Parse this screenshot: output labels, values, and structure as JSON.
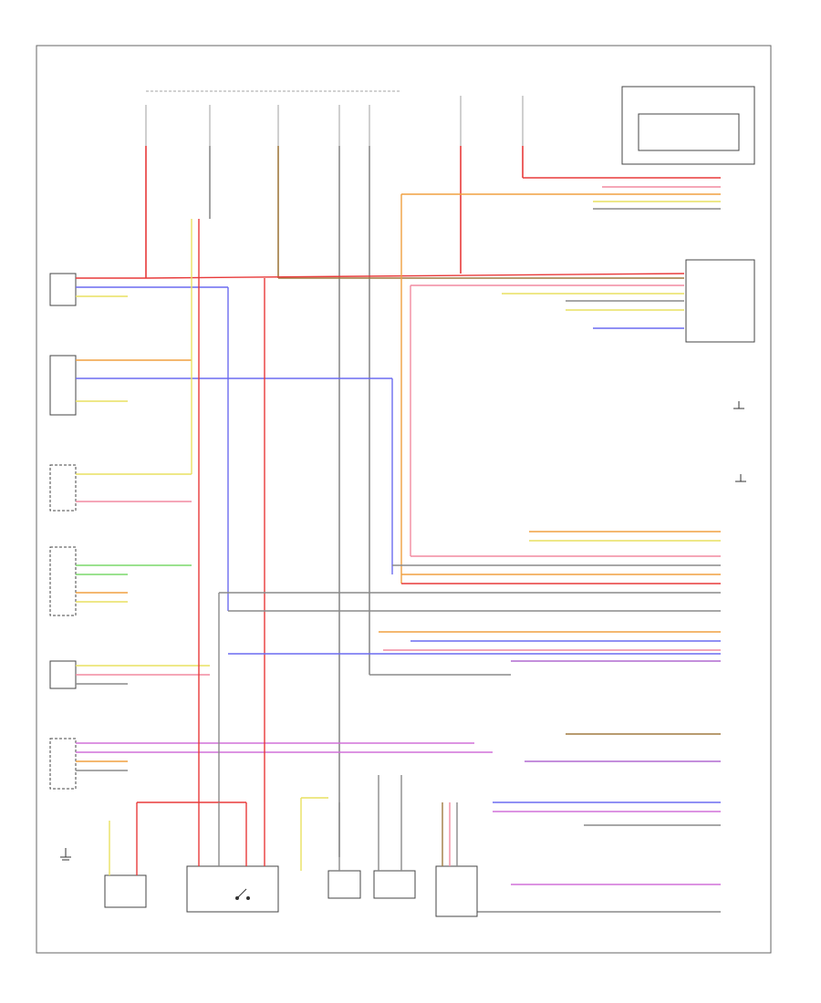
{
  "diagram_title": "",
  "footer_code": "",
  "wire_colors": {
    "red": "#e83a3a",
    "pink": "#f28aa0",
    "orange": "#f0a040",
    "yellow": "#e9e060",
    "blue": "#6c6cf0",
    "violet": "#b06ad0",
    "magenta": "#d070d8",
    "green": "#7ad86a",
    "brown": "#a07a40",
    "gray": "#8a8a8a",
    "black": "#333333"
  },
  "icons": [
    "ground-symbol",
    "switch-symbol",
    "connector-pin"
  ]
}
